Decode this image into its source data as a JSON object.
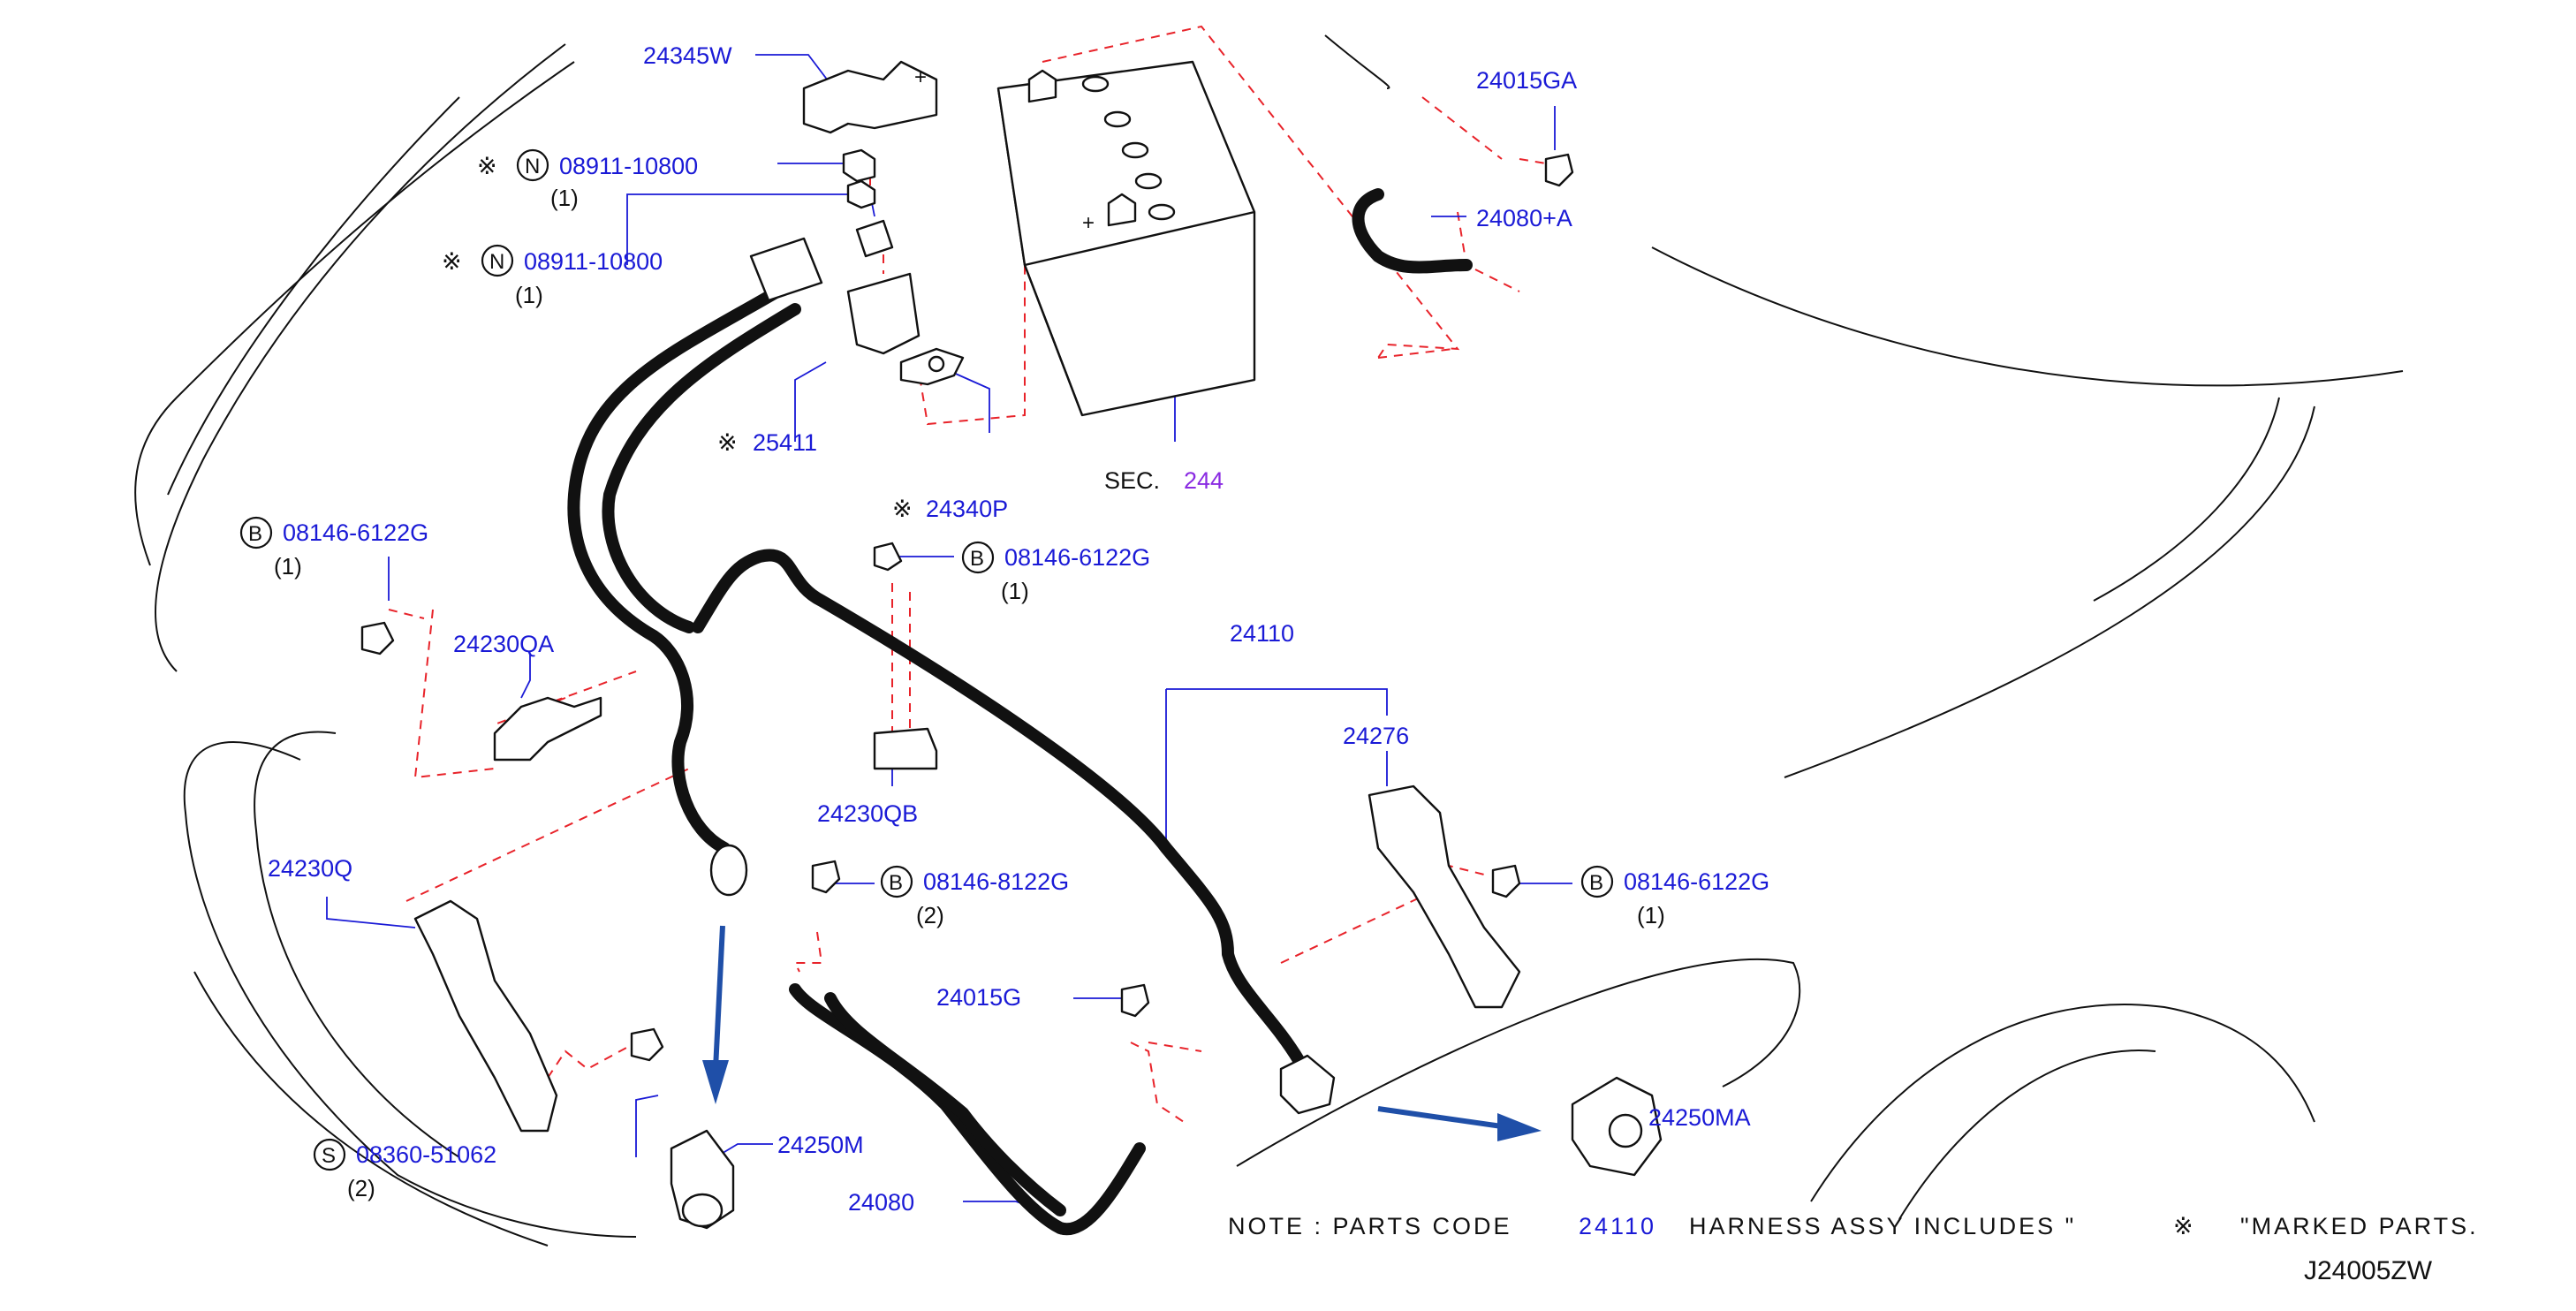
{
  "labels": {
    "p24345W": "24345W",
    "p08911a": "08911-10800",
    "p08911b": "08911-10800",
    "p25411": "25411",
    "p24340P": "24340P",
    "p08146a": "08146-6122G",
    "p08146b": "08146-6122G",
    "p08146c": "08146-6122G",
    "p08146d": "08146-8122G",
    "p24230QA": "24230QA",
    "p24230QB": "24230QB",
    "p24230Q": "24230Q",
    "p08360": "08360-51062",
    "p24250M": "24250M",
    "p24080": "24080",
    "p24015G": "24015G",
    "p24110": "24110",
    "p24276": "24276",
    "p24250MA": "24250MA",
    "p24015GA": "24015GA",
    "p24080A": "24080+A",
    "sec_prefix": "SEC.",
    "sec_number": "244"
  },
  "quantities": {
    "q08911a": "(1)",
    "q08911b": "(1)",
    "q08146a": "(1)",
    "q08146b": "(1)",
    "q08146c": "(1)",
    "q08146d": "(2)",
    "q08360": "(2)"
  },
  "codes": {
    "n": "N",
    "b": "B",
    "s": "S"
  },
  "marks": {
    "asterisk": "※"
  },
  "note": {
    "prefix": "NOTE : PARTS CODE",
    "code": "24110",
    "suffix": "HARNESS ASSY   INCLUDES \"",
    "mark": "※",
    "end": "\"MARKED PARTS."
  },
  "drawing_id": "J24005ZW",
  "colors": {
    "label": "#1a1ad6",
    "section": "#8a2be2",
    "dash": "#e8232a",
    "arrow": "#1f4fa8"
  }
}
